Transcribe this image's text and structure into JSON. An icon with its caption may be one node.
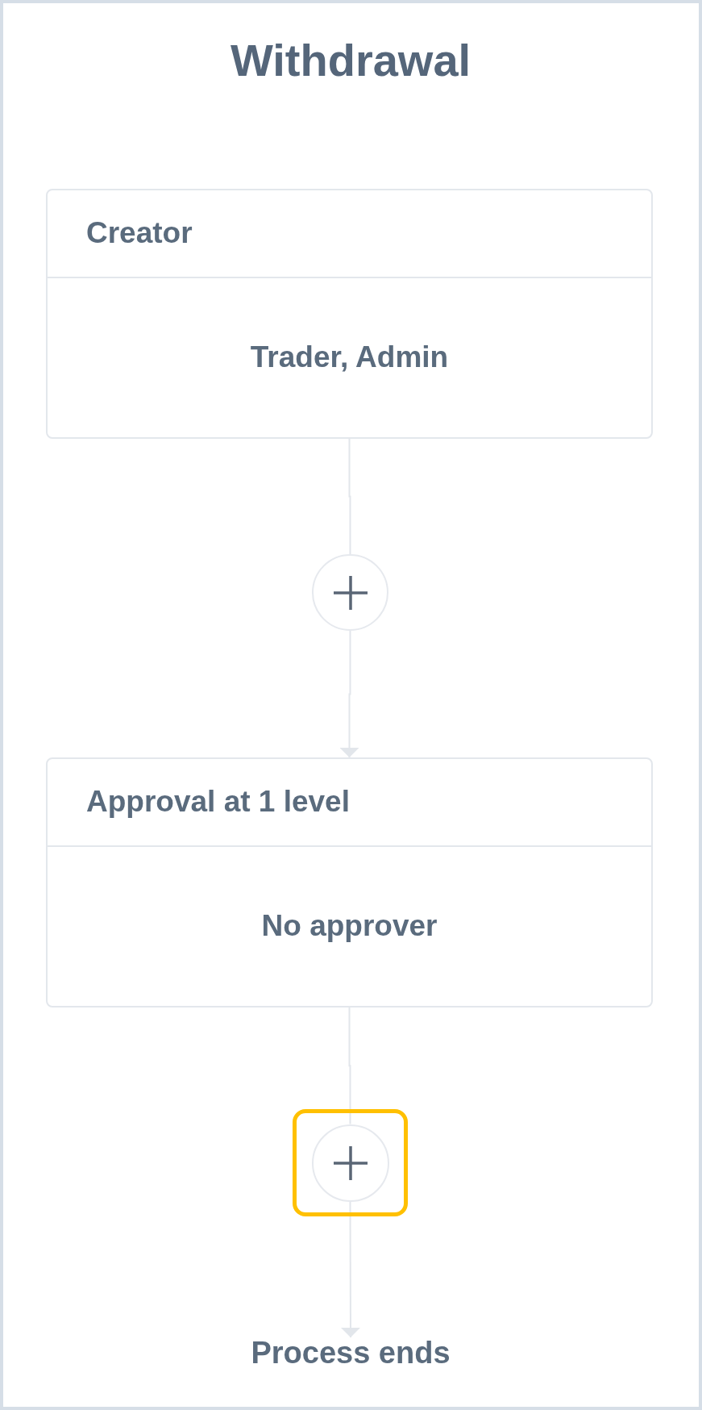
{
  "diagram": {
    "title": "Withdrawal",
    "nodes": [
      {
        "text": [
          "Creator",
          "Trader, Admin"
        ]
      },
      {
        "text": [],
        "shape": "circle"
      },
      {
        "text": [
          "Approval at 1 level",
          "No approver"
        ]
      },
      {
        "text": [],
        "shape": "box"
      },
      {
        "text": [],
        "shape": "circle",
        "in": 3
      },
      {
        "text": [
          "Process ends"
        ]
      }
    ],
    "edges": [
      {
        "from": 0,
        "to": 1,
        "arrow": "none"
      },
      {
        "from": 1,
        "to": 2,
        "arrow": "to"
      },
      {
        "from": 2,
        "to": 4,
        "arrow": "none"
      },
      {
        "from": 4,
        "to": 5,
        "arrow": "to"
      }
    ]
  }
}
